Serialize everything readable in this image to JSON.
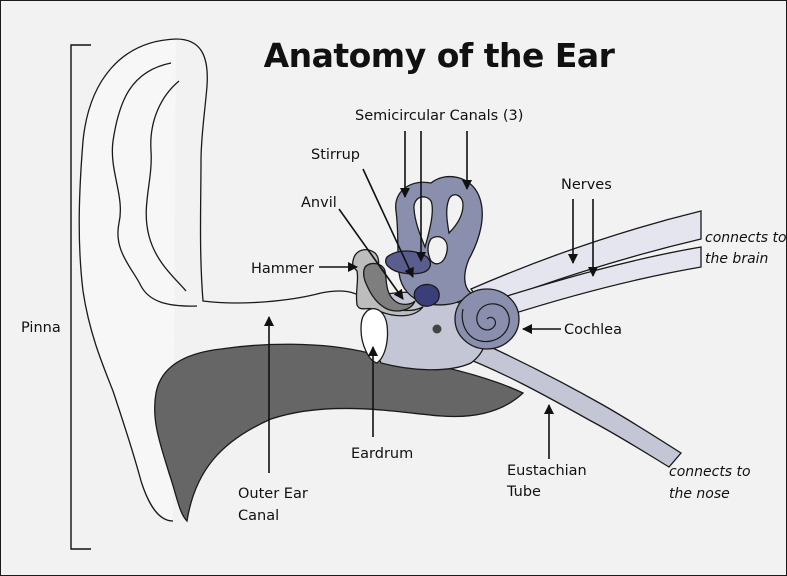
{
  "title": "Anatomy of the Ear",
  "labels": {
    "semicircular_canals": "Semicircular Canals (3)",
    "stirrup": "Stirrup",
    "anvil": "Anvil",
    "hammer": "Hammer",
    "nerves": "Nerves",
    "pinna": "Pinna",
    "cochlea": "Cochlea",
    "eardrum": "Eardrum",
    "outer_ear_canal_line1": "Outer Ear",
    "outer_ear_canal_line2": "Canal",
    "eustachian_tube_line1": "Eustachian",
    "eustachian_tube_line2": "Tube"
  },
  "notes": {
    "brain_line1": "connects to",
    "brain_line2": "the brain",
    "nose_line1": "connects to",
    "nose_line2": "the nose"
  },
  "colors": {
    "background": "#f2f2f2",
    "ear_canal": "#666666",
    "inner_ear": "#8a8fae",
    "inner_ear_dark": "#3a3f7a",
    "middle_ear": "#c4c6d6",
    "nerve": "#e4e5ee",
    "bone": "#bdbdbd"
  }
}
